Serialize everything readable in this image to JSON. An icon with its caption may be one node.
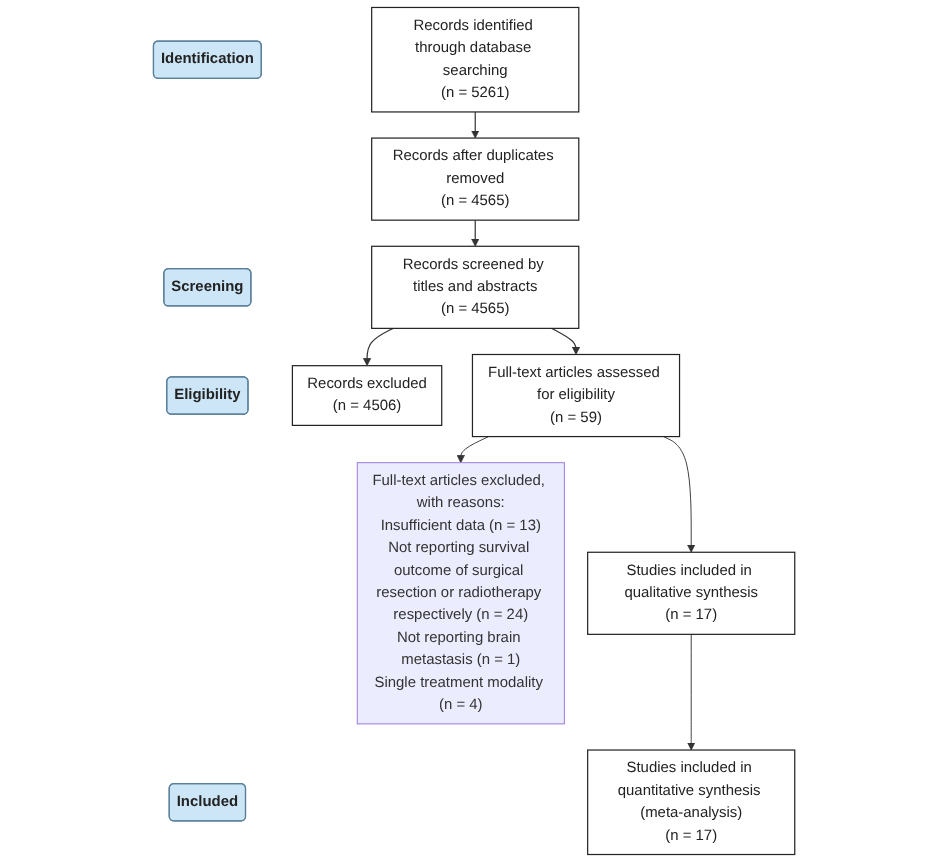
{
  "diagram": {
    "nodes": [
      {
        "text": [
          "Identification"
        ]
      },
      {
        "text": [
          "Records identified through database searching",
          "(n = 5261)"
        ]
      },
      {
        "text": [
          "Records after duplicates removed",
          "(n = 4565)"
        ]
      },
      {
        "text": [
          "Screening"
        ]
      },
      {
        "text": [
          "Records screened by titles and abstracts",
          "(n = 4565)"
        ]
      },
      {
        "text": [
          "Records excluded",
          "(n = 4506)"
        ]
      },
      {
        "text": [
          "Eligibility"
        ]
      },
      {
        "text": [
          "Full-text articles assessed for eligibility",
          "(n = 59)"
        ]
      },
      {
        "text": [
          "Full-text articles excluded, with reasons:",
          "Insufficient data (n = 13)",
          "Not reporting survival outcome of surgical resection or radiotherapy respectively (n = 24)",
          "Not reporting brain metastasis (n = 1)",
          "Single treatment modality (n = 4)"
        ]
      },
      {
        "text": [
          "Studies included in qualitative synthesis",
          "(n = 17)"
        ]
      },
      {
        "text": [
          "Included"
        ]
      },
      {
        "text": [
          "Studies included in quantitative synthesis (meta-analysis)",
          "(n = 17)"
        ]
      }
    ],
    "edges": [
      {
        "from": 1,
        "to": 2,
        "arrow": "to"
      },
      {
        "from": 2,
        "to": 4,
        "arrow": "to"
      },
      {
        "from": 4,
        "to": 5,
        "arrow": "to"
      },
      {
        "from": 4,
        "to": 7,
        "arrow": "to"
      },
      {
        "from": 7,
        "to": 8,
        "arrow": "to"
      },
      {
        "from": 7,
        "to": 9,
        "arrow": "to"
      },
      {
        "from": 9,
        "to": 11,
        "arrow": "to"
      }
    ]
  }
}
